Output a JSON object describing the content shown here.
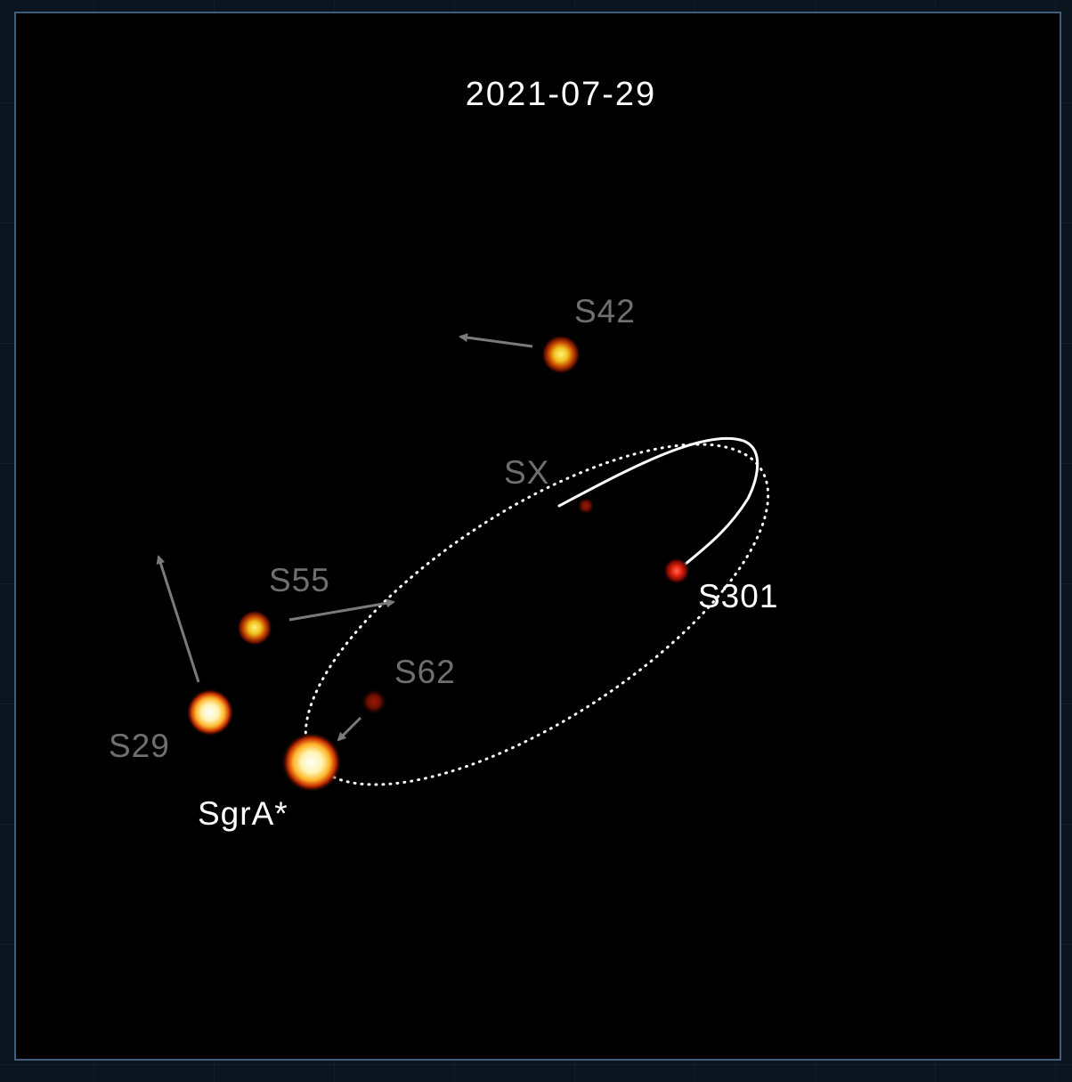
{
  "date_label": "2021-07-29",
  "stars": {
    "s42": {
      "label": "S42"
    },
    "sx": {
      "label": "SX"
    },
    "s55": {
      "label": "S55"
    },
    "s62": {
      "label": "S62"
    },
    "s29": {
      "label": "S29"
    },
    "s301": {
      "label": "S301"
    },
    "sgra": {
      "label": "SgrA*"
    }
  },
  "colors": {
    "background": "#000000",
    "frame_border": "#3f5e7e",
    "dim_label": "#6f6f6f",
    "bright_label": "#ffffff",
    "arrow": "#7a7a7a",
    "orbit": "#ffffff",
    "star_core_bright": "#fff6c8",
    "star_core_yellow": "#f4d232",
    "star_halo_red": "#b31400"
  },
  "icons": {
    "s42_motion": "arrow-icon",
    "s55_motion": "arrow-icon",
    "s29_motion": "arrow-icon",
    "s62_motion": "arrow-icon"
  }
}
